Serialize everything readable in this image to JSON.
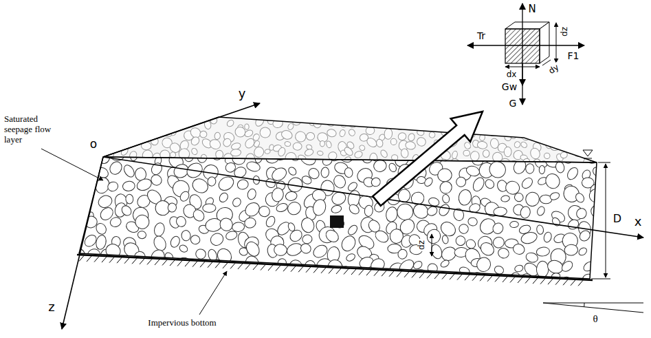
{
  "diagram": {
    "labels": [
      "y",
      "o",
      "Saturated seepage flow layer",
      "N",
      "Tr",
      "F1",
      "dz",
      "dy",
      "dx",
      "Gw",
      "G",
      "x",
      "D",
      "dz",
      "z",
      "Impervious bottom",
      "θ"
    ]
  }
}
